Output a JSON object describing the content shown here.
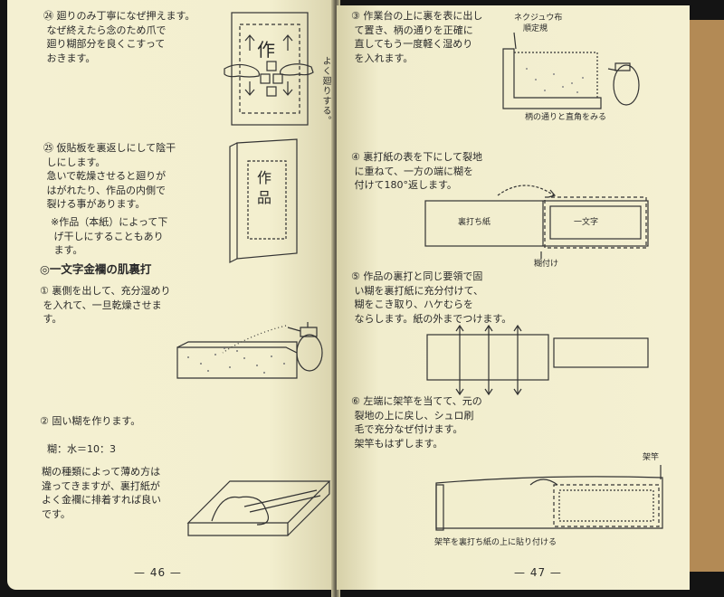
{
  "left_page": {
    "step24_text": "㉔ 廻りのみ丁寧になぜ押えます。\n なぜ終えたら念のため爪で\n 廻り糊部分を良くこすって\n おきます。",
    "step24_vertical_note": "よく廻りする。",
    "step24_fig_label": "作",
    "step25_text": "㉕ 仮貼板を裏返しにして陰干\n しにします。\n 急いで乾燥させると廻りが\n はがれたり、作品の内側で\n 裂ける事があります。",
    "step25_fig_label": "作\n品",
    "step25_note": "※作品（本紙）によって下\n げ干しにすることもあり\n ます。",
    "section_heading": "◎一文字金襴の肌裏打",
    "step1_text": "① 裏側を出して、充分湿めり\n を入れて、一旦乾燥させま\n す。",
    "step2_text": "② 固い糊を作ります。",
    "ratio_text": "糊：水＝10：3",
    "glue_note": "糊の種類によって薄め方は\n違ってきますが、裏打紙が\nよく金襴に排着すれば良い\nです。",
    "page_number": "— 46 —"
  },
  "right_page": {
    "step3_text": "③ 作業台の上に裏を表に出し\n て置き、柄の通りを正確に\n 直してもう一度軽く湿めり\n を入れます。",
    "step3_label_top": "ネクジュウ布",
    "step3_label_ruler": "順定規",
    "step3_caption": "柄の通りと直角をみる",
    "step4_text": "④ 裏打紙の表を下にして裂地\n に重ねて、一方の端に糊を\n 付けて180°返します。",
    "step4_box_left": "裏打ち紙",
    "step4_box_right": "一文字",
    "step4_caption": "糊付け",
    "step5_text": "⑤ 作品の裏打と同じ要領で固\n い糊を裏打紙に充分付けて、\n 糊をこき取り、ハケむらを\n ならします。紙の外までつけます。",
    "step6_text": "⑥ 左端に架竿を当てて、元の\n 裂地の上に戻し、シュロ刷\n 毛で充分なぜ付けます。\n 架竿もはずします。",
    "step6_label": "架竿",
    "step6_caption": "架竿を裏打ち紙の上に貼り付ける",
    "page_number": "— 47 —"
  },
  "colors": {
    "paper": "#f3efcf",
    "ink": "#2a2a2a",
    "cover": "#b38a55",
    "background": "#141414"
  }
}
